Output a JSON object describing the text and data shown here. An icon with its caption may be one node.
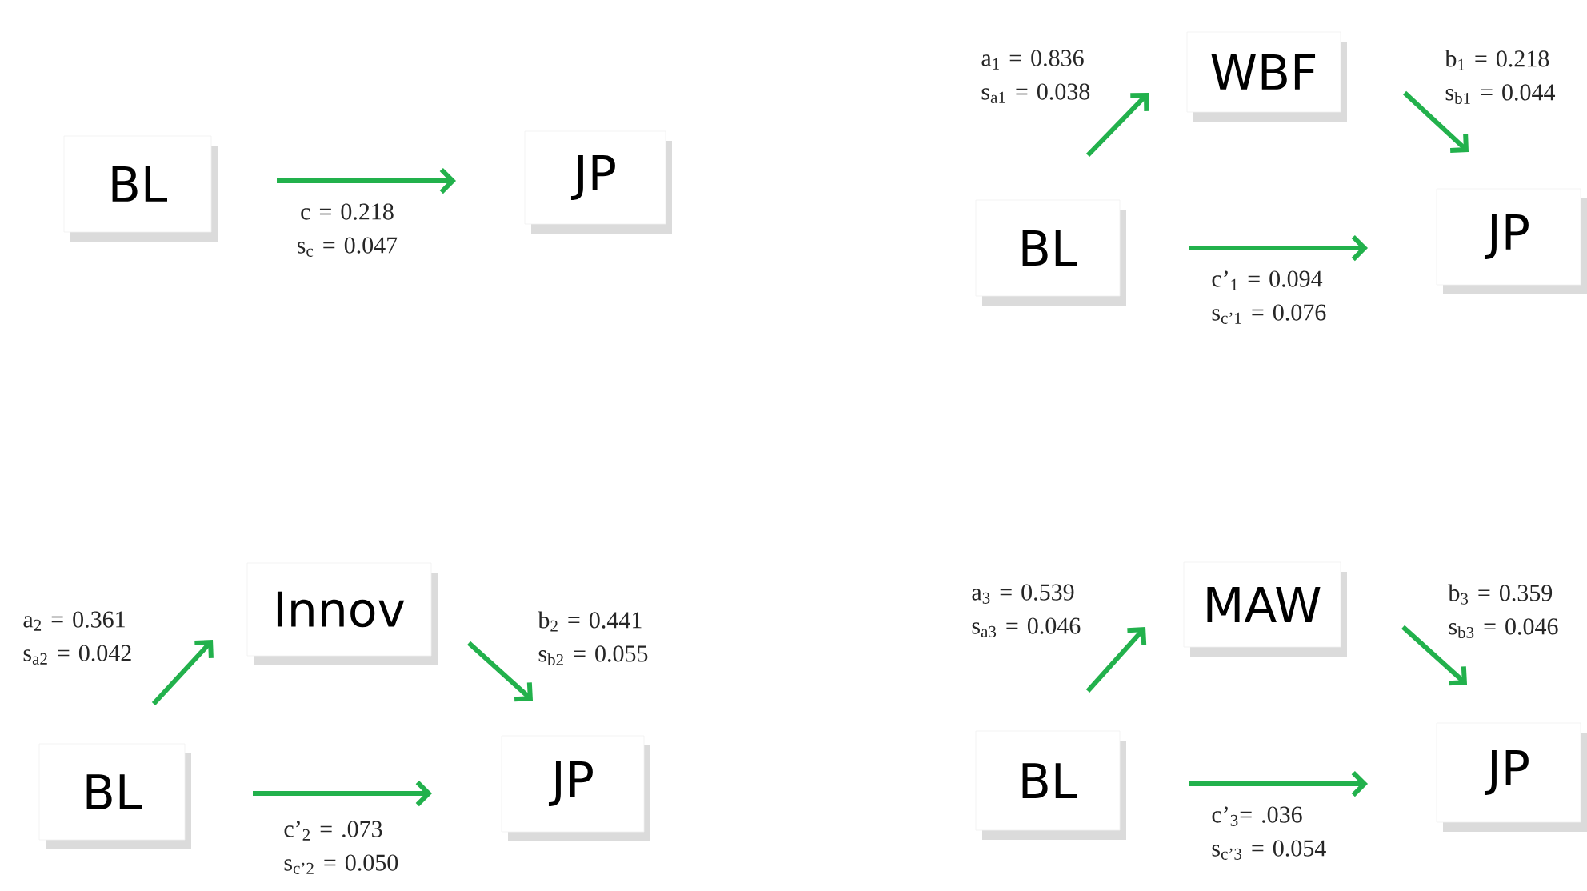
{
  "diagram": {
    "nodes": [
      {
        "text": [
          "BL"
        ]
      },
      {
        "text": [
          "JP"
        ]
      },
      {
        "text": [
          "WBF"
        ]
      },
      {
        "text": [
          "BL"
        ]
      },
      {
        "text": [
          "JP"
        ]
      },
      {
        "text": [
          "Innov"
        ]
      },
      {
        "text": [
          "BL"
        ]
      },
      {
        "text": [
          "JP"
        ]
      },
      {
        "text": [
          "MAW"
        ]
      },
      {
        "text": [
          "BL"
        ]
      },
      {
        "text": [
          "JP"
        ]
      }
    ],
    "edges": [
      {
        "from": 0,
        "to": 1,
        "arrow": "to",
        "label": "c = 0.218 s$_{c}$ = 0.047"
      },
      {
        "from": 3,
        "to": 2,
        "arrow": "to",
        "label": "a$_{1}$ = 0.836 s$_{a1}$ = 0.038"
      },
      {
        "from": 2,
        "to": 4,
        "arrow": "to",
        "label": "b$_{1}$ = 0.218 s$_{b1}$ = 0.044"
      },
      {
        "from": 3,
        "to": 4,
        "arrow": "to",
        "label": "c’$_{1}$ = 0.094 s$_{c’1}$ = 0.076"
      },
      {
        "from": 6,
        "to": 5,
        "arrow": "to",
        "label": "a$_{2}$ = 0.361 s$_{a2}$ = 0.042"
      },
      {
        "from": 5,
        "to": 7,
        "arrow": "to",
        "label": "b$_{2}$ = 0.441 s$_{b2}$ = 0.055"
      },
      {
        "from": 6,
        "to": 7,
        "arrow": "to",
        "label": "c’$_{2}$ = .073 s$_{c’2}$ = 0.050"
      },
      {
        "from": 9,
        "to": 8,
        "arrow": "to",
        "label": "a$_{3}$ = 0.539 s$_{a3}$ = 0.046"
      },
      {
        "from": 8,
        "to": 10,
        "arrow": "to",
        "label": "b$_{3}$ = 0.359 s$_{b3}$ = 0.046"
      },
      {
        "from": 9,
        "to": 10,
        "arrow": "to",
        "label": "c’$_{3}$= .036 s$_{c’3}$ = 0.054"
      }
    ]
  }
}
